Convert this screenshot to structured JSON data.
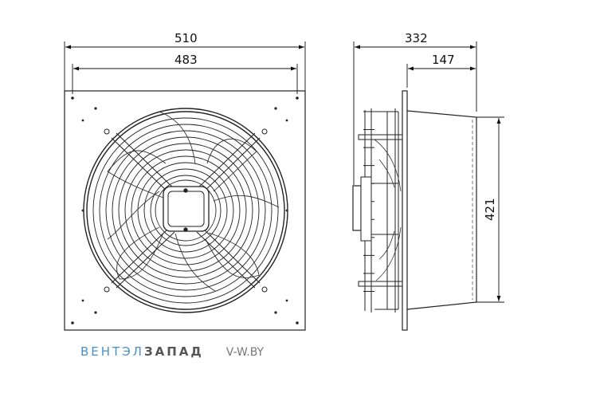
{
  "dimensions": {
    "front_overall_width": "510",
    "front_hole_spacing": "483",
    "side_overall_depth": "332",
    "side_housing_depth": "147",
    "side_housing_height": "421"
  },
  "watermark": {
    "brand_part1": "ВЕНТЭЛ",
    "brand_part2": "ЗАПАД",
    "site": "V-W.BY"
  }
}
